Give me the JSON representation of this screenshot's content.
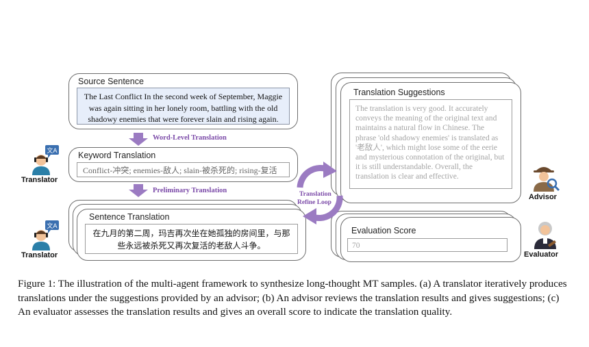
{
  "source_sentence": {
    "title": "Source Sentence",
    "text": "The Last Conflict In the second week of September, Maggie was again sitting in her lonely room, battling with the old shadowy enemies that were forever slain and rising again."
  },
  "word_level_translation": {
    "label": "Word-Level Translation"
  },
  "keyword_translation": {
    "title": "Keyword Translation",
    "text": "Conflict-冲突; enemies-敌人; slain-被杀死的; rising-复活"
  },
  "preliminary_translation": {
    "label": "Preliminary Translation"
  },
  "sentence_translation": {
    "title": "Sentence Translation",
    "text": "在九月的第二周，玛吉再次坐在她孤独的房间里，与那些永远被杀死又再次复活的老敌人斗争。"
  },
  "refine_loop": {
    "line1": "Translation",
    "line2": "Refine Loop"
  },
  "translation_suggestions": {
    "title": "Translation Suggestions",
    "text": "The translation is very good. It accurately conveys the meaning of the original text and maintains a natural flow in Chinese. The phrase 'old shadowy enemies' is translated as '老敌人', which might lose some of the eerie and mysterious connotation of the original, but it is still understandable. Overall, the translation is clear and effective."
  },
  "evaluation_score": {
    "title": "Evaluation Score",
    "value": "70"
  },
  "roles": {
    "translator_top": "Translator",
    "translator_bottom": "Translator",
    "advisor": "Advisor",
    "evaluator": "Evaluator"
  },
  "caption": "Figure 1: The illustration of the multi-agent framework to synthesize long-thought MT samples. (a) A translator iteratively produces translations under the suggestions provided by an advisor; (b) An advisor reviews the translation results and gives suggestions; (c) An evaluator assesses the translation results and gives an overall score to indicate the translation quality.",
  "colors": {
    "accent_purple": "#7b4aa8",
    "arrow_purple": "#9b7bc2",
    "source_fill": "#e7eefa",
    "border": "#6d6d6d"
  },
  "icons": {
    "translator": "translator-person-icon",
    "advisor": "detective-advisor-icon",
    "evaluator": "judge-evaluator-icon",
    "translate_bubble": "translate-bubble-icon"
  }
}
